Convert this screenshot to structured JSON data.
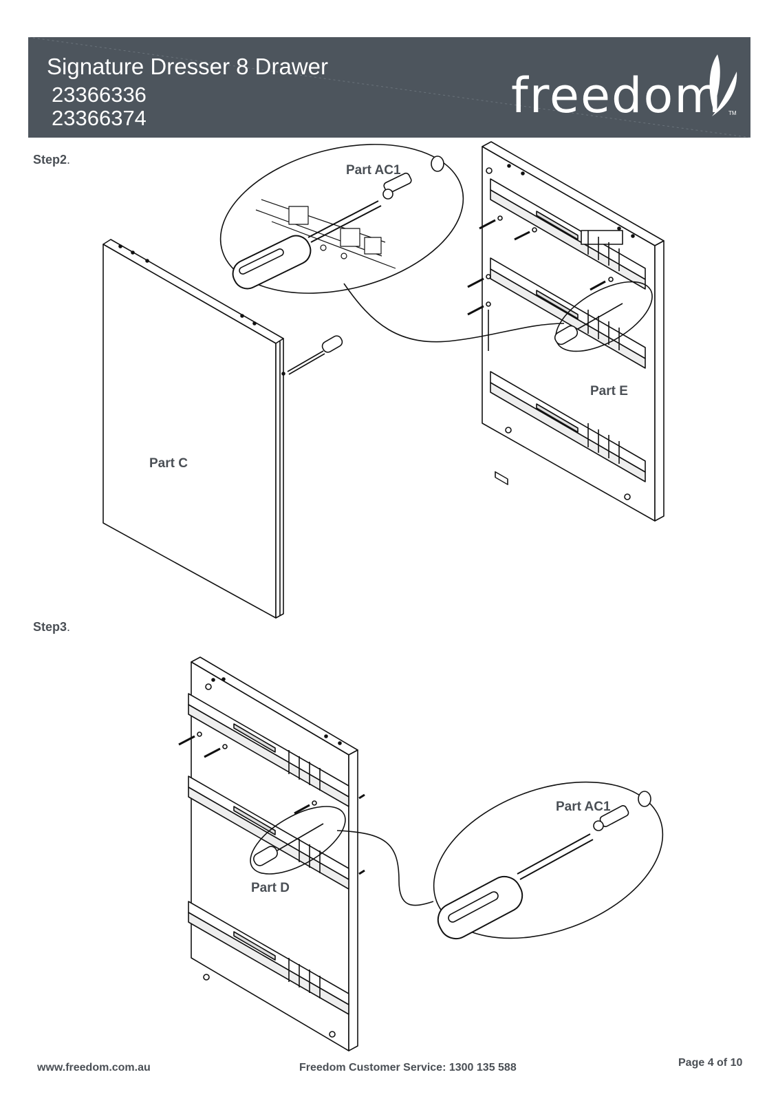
{
  "header": {
    "title": "Signature Dresser 8 Drawer",
    "code_1": "23366336",
    "code_2": "23366374",
    "brand": "freedom",
    "trademark": "TM"
  },
  "steps": [
    {
      "label": "Step2",
      "suffix": "."
    },
    {
      "label": "Step3",
      "suffix": "."
    }
  ],
  "parts": {
    "step2_zoom": "Part AC1",
    "step2_left_panel": "Part C",
    "step2_right_panel": "Part E",
    "step3_zoom": "Part AC1",
    "step3_panel": "Part D"
  },
  "footer": {
    "website": "www.freedom.com.au",
    "service": "Freedom Customer Service: 1300 135 588",
    "page": "Page 4 of 10"
  }
}
